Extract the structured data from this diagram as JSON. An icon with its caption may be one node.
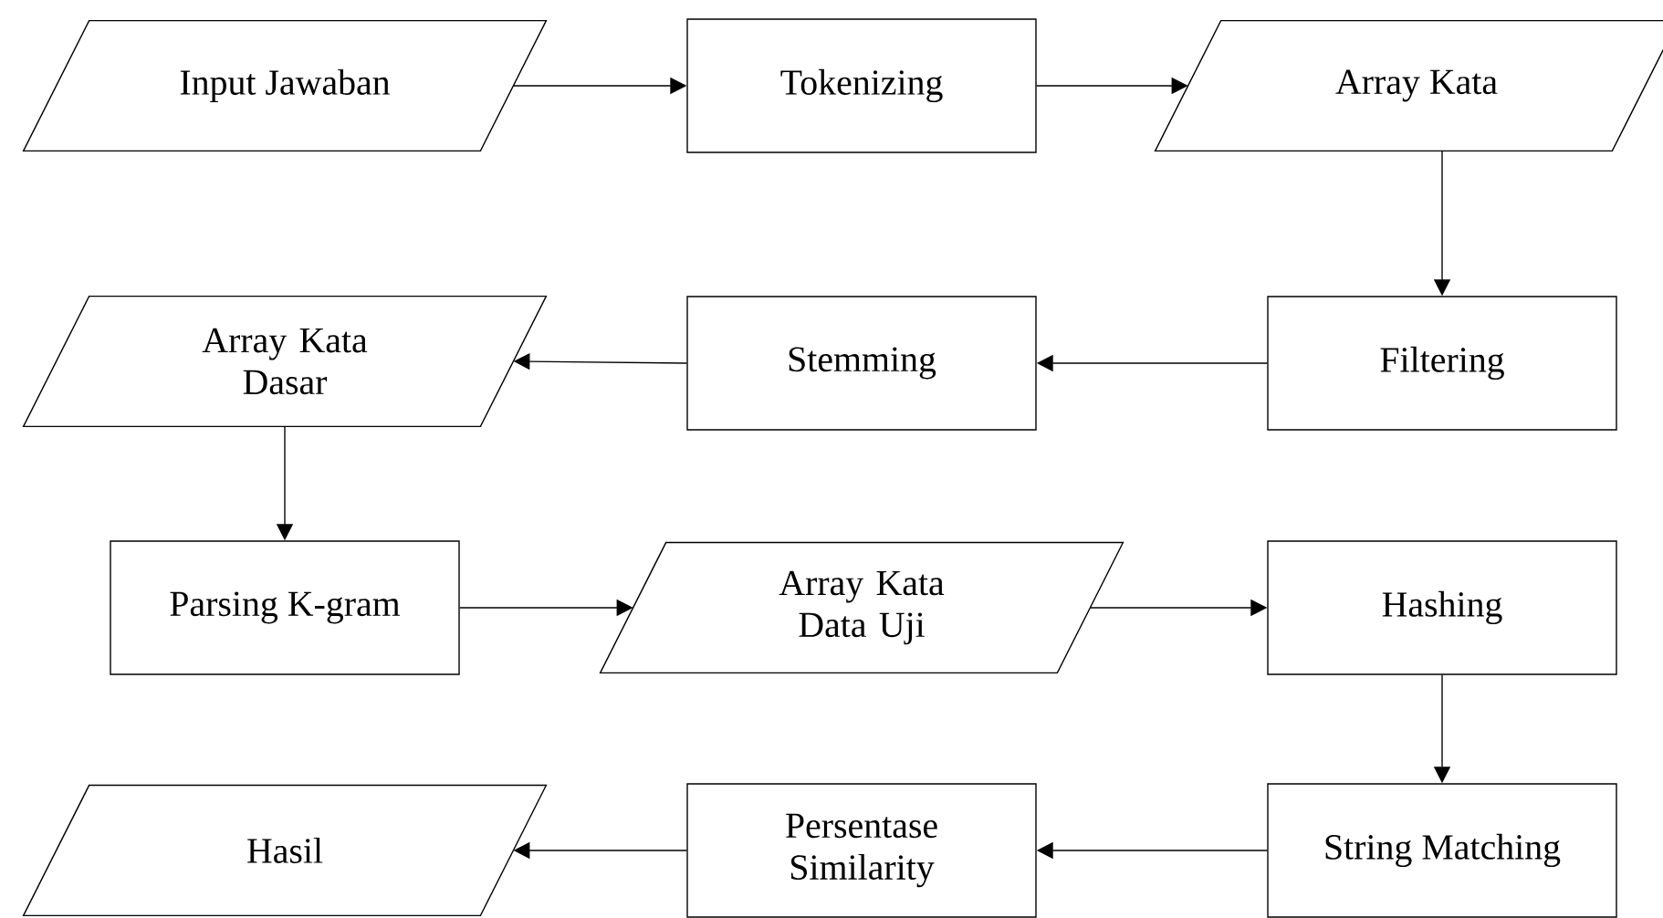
{
  "diagram": {
    "nodes": [
      {
        "text": [
          "Input Jawaban"
        ]
      },
      {
        "text": [
          "Tokenizing"
        ]
      },
      {
        "text": [
          "Array Kata"
        ]
      },
      {
        "text": [
          "Filtering"
        ]
      },
      {
        "text": [
          "Stemming"
        ]
      },
      {
        "text": [
          "Array Kata Dasar"
        ]
      },
      {
        "text": [
          "Parsing K-gram"
        ]
      },
      {
        "text": [
          "Array Kata Data Uji"
        ]
      },
      {
        "text": [
          "Hashing"
        ]
      },
      {
        "text": [
          "String Matching"
        ]
      },
      {
        "text": [
          "Persentase Similarity"
        ]
      },
      {
        "text": [
          "Hasil"
        ]
      }
    ],
    "edges": [
      {
        "from": 0,
        "to": 1,
        "arrow": "to"
      },
      {
        "from": 1,
        "to": 2,
        "arrow": "to"
      },
      {
        "from": 2,
        "to": 3,
        "arrow": "to"
      },
      {
        "from": 3,
        "to": 4,
        "arrow": "to"
      },
      {
        "from": 4,
        "to": 5,
        "arrow": "to"
      },
      {
        "from": 5,
        "to": 6,
        "arrow": "to"
      },
      {
        "from": 6,
        "to": 7,
        "arrow": "to"
      },
      {
        "from": 7,
        "to": 8,
        "arrow": "to"
      },
      {
        "from": 8,
        "to": 9,
        "arrow": "to"
      },
      {
        "from": 9,
        "to": 10,
        "arrow": "to"
      },
      {
        "from": 10,
        "to": 11,
        "arrow": "to"
      }
    ]
  }
}
